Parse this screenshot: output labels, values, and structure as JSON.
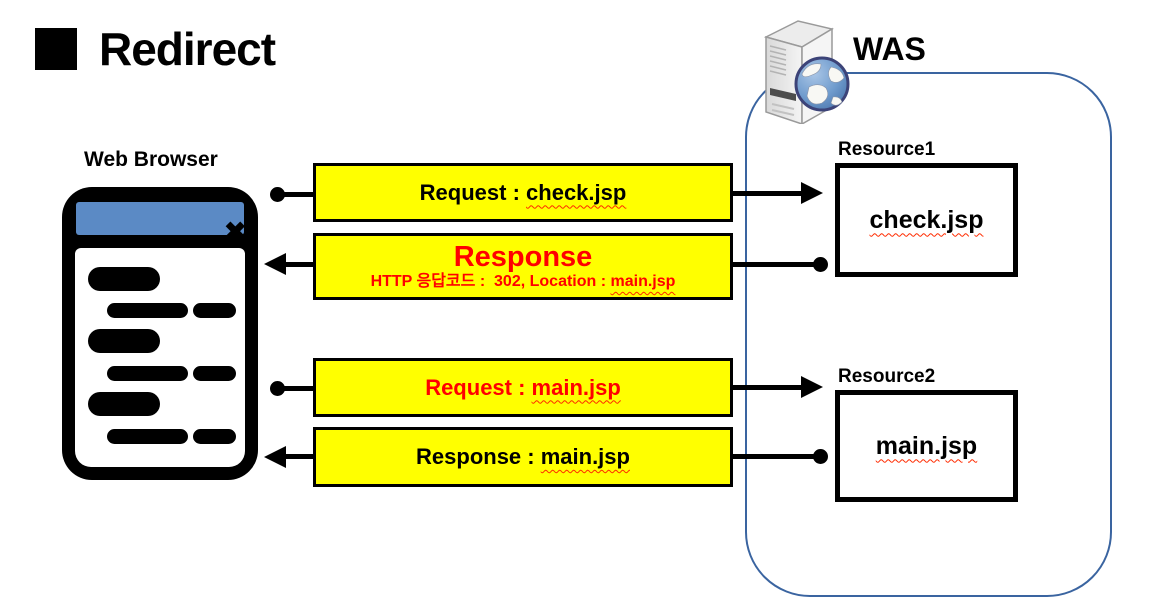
{
  "title": "Redirect",
  "browser": {
    "label": "Web Browser",
    "close_glyph": "✖"
  },
  "was": {
    "label": "WAS",
    "resources": [
      {
        "label": "Resource1",
        "file": "check.jsp"
      },
      {
        "label": "Resource2",
        "file": "main.jsp"
      }
    ]
  },
  "flows": [
    {
      "prefix": "Request : ",
      "file": "check.jsp"
    },
    {
      "heading": "Response",
      "detail_prefix": "HTTP 응답코드 :  302, Location : ",
      "detail_file": "main.jsp"
    },
    {
      "prefix": "Request : ",
      "file": "main.jsp"
    },
    {
      "prefix": "Response : ",
      "file": "main.jsp"
    }
  ],
  "colors": {
    "flow_box_fill": "#FFFF00",
    "flow_box_border": "#000000",
    "emphasis_red": "#FF0000",
    "was_container_border": "#3A64A0",
    "browser_titlebar_blue": "#5B8AC5",
    "misspell_wave": "#FF2A00"
  }
}
